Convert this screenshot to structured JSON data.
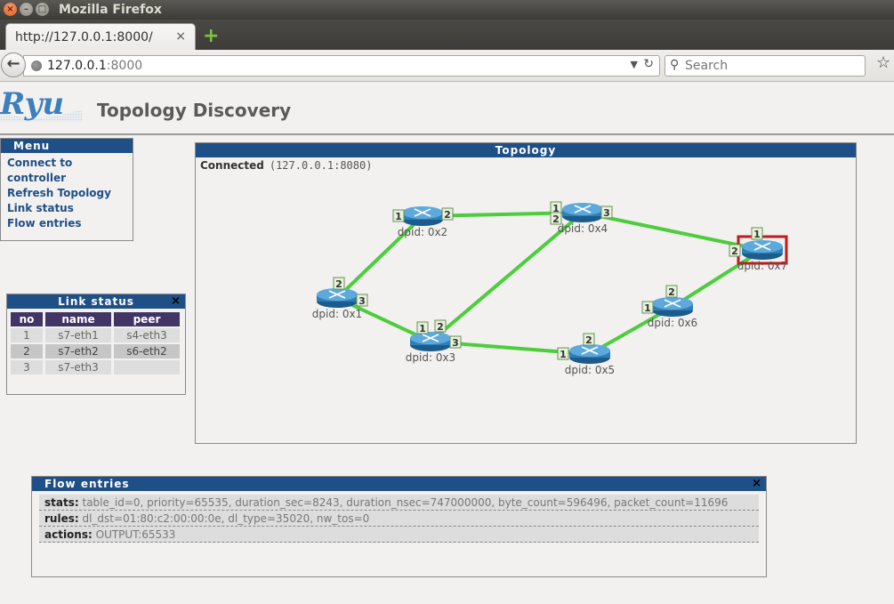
{
  "window": {
    "title": "Mozilla Firefox"
  },
  "tab": {
    "title": "http://127.0.0.1:8000/",
    "close": "×"
  },
  "newtab": "+",
  "nav": {
    "url_host": "127.0.0.1",
    "url_port": ":8000",
    "search_placeholder": "Search"
  },
  "logo": {
    "text": "Ryu"
  },
  "page": {
    "title": "Topology Discovery"
  },
  "menu": {
    "title": "Menu",
    "items": [
      "Connect to controller",
      "Refresh Topology",
      "Link status",
      "Flow entries"
    ]
  },
  "topology": {
    "title": "Topology",
    "status_label": "Connected",
    "status_addr": "(127.0.0.1:8080)",
    "switches": [
      {
        "id": "s1",
        "label": "dpid: 0x1"
      },
      {
        "id": "s2",
        "label": "dpid: 0x2"
      },
      {
        "id": "s3",
        "label": "dpid: 0x3"
      },
      {
        "id": "s4",
        "label": "dpid: 0x4"
      },
      {
        "id": "s5",
        "label": "dpid: 0x5"
      },
      {
        "id": "s6",
        "label": "dpid: 0x6"
      },
      {
        "id": "s7",
        "label": "dpid: 0x7",
        "selected": true
      }
    ],
    "links": [
      {
        "a": "s1",
        "ap": "2",
        "b": "s2",
        "bp": "1"
      },
      {
        "a": "s1",
        "ap": "3",
        "b": "s3",
        "bp": "1"
      },
      {
        "a": "s2",
        "ap": "2",
        "b": "s4",
        "bp": "1"
      },
      {
        "a": "s3",
        "ap": "2",
        "b": "s4",
        "bp": "2"
      },
      {
        "a": "s3",
        "ap": "3",
        "b": "s5",
        "bp": "1"
      },
      {
        "a": "s4",
        "ap": "3",
        "b": "s7",
        "bp": "1"
      },
      {
        "a": "s5",
        "ap": "2",
        "b": "s6",
        "bp": "1"
      },
      {
        "a": "s6",
        "ap": "2",
        "b": "s7",
        "bp": "2"
      }
    ],
    "colors": {
      "link": "#4ccd3c",
      "selected": "#c41a1a",
      "router": "#2d7fb6",
      "port_bg": "#e6f2dc"
    }
  },
  "link_status": {
    "title": "Link status",
    "close": "×",
    "headers": [
      "no",
      "name",
      "peer"
    ],
    "rows": [
      [
        "1",
        "s7-eth1",
        "s4-eth3"
      ],
      [
        "2",
        "s7-eth2",
        "s6-eth2"
      ],
      [
        "3",
        "s7-eth3",
        ""
      ]
    ]
  },
  "flow_entries": {
    "title": "Flow entries",
    "close": "×",
    "rows": [
      {
        "key": "stats:",
        "value": "table_id=0, priority=65535, duration_sec=8243, duration_nsec=747000000, byte_count=596496, packet_count=11696"
      },
      {
        "key": "rules:",
        "value": "dl_dst=01:80:c2:00:00:0e, dl_type=35020, nw_tos=0"
      },
      {
        "key": "actions:",
        "value": "OUTPUT:65533"
      }
    ]
  }
}
